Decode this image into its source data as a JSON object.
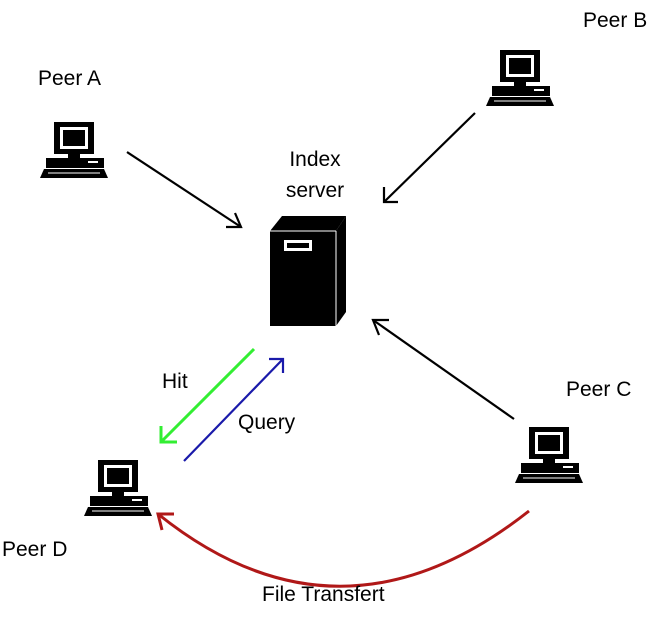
{
  "nodes": {
    "peer_a": {
      "label": "Peer A"
    },
    "peer_b": {
      "label": "Peer B"
    },
    "peer_c": {
      "label": "Peer C"
    },
    "peer_d": {
      "label": "Peer D"
    },
    "index_server": {
      "label_line1": "Index",
      "label_line2": "server"
    }
  },
  "edges": {
    "hit": {
      "label": "Hit",
      "color": "#33ee33"
    },
    "query": {
      "label": "Query",
      "color": "#1a1aaa"
    },
    "file_transfer": {
      "label": "File Transfert",
      "color": "#b01818"
    },
    "registration": {
      "color": "#000000"
    }
  },
  "icons": {
    "computer": "desktop-computer-icon",
    "server": "server-tower-icon"
  }
}
